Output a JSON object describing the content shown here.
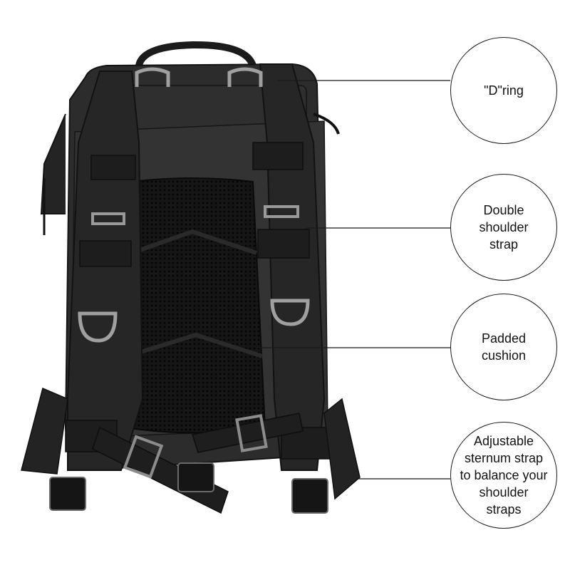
{
  "callouts": [
    {
      "name": "d-ring",
      "text": "\"D\"ring"
    },
    {
      "name": "double-shoulder-strap",
      "text": "Double\nshoulder\nstrap"
    },
    {
      "name": "padded-cushion",
      "text": "Padded\ncushion"
    },
    {
      "name": "adjustable-sternum-strap",
      "text": "Adjustable\nsternum strap\nto balance your\nshoulder\nstraps"
    }
  ],
  "colors": {
    "bag": "#2a2a2a",
    "strap": "#1f1f1f",
    "mesh": "#171717",
    "metal": "#9a9a9a",
    "line": "#1a1a1a"
  }
}
